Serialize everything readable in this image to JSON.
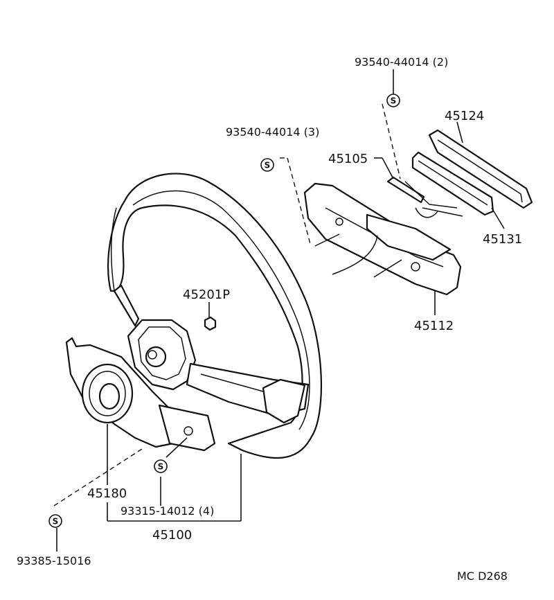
{
  "labels": {
    "p93540_2": "93540-44014 (2)",
    "p45124": "45124",
    "p93540_3": "93540-44014 (3)",
    "p45105": "45105",
    "p45131": "45131",
    "p45201P": "45201P",
    "p45112": "45112",
    "p45180": "45180",
    "p93315": "93315-14012 (4)",
    "p45100": "45100",
    "p93385": "93385-15016",
    "code": "MC D268"
  },
  "symbols": {
    "standard_part": "S"
  }
}
